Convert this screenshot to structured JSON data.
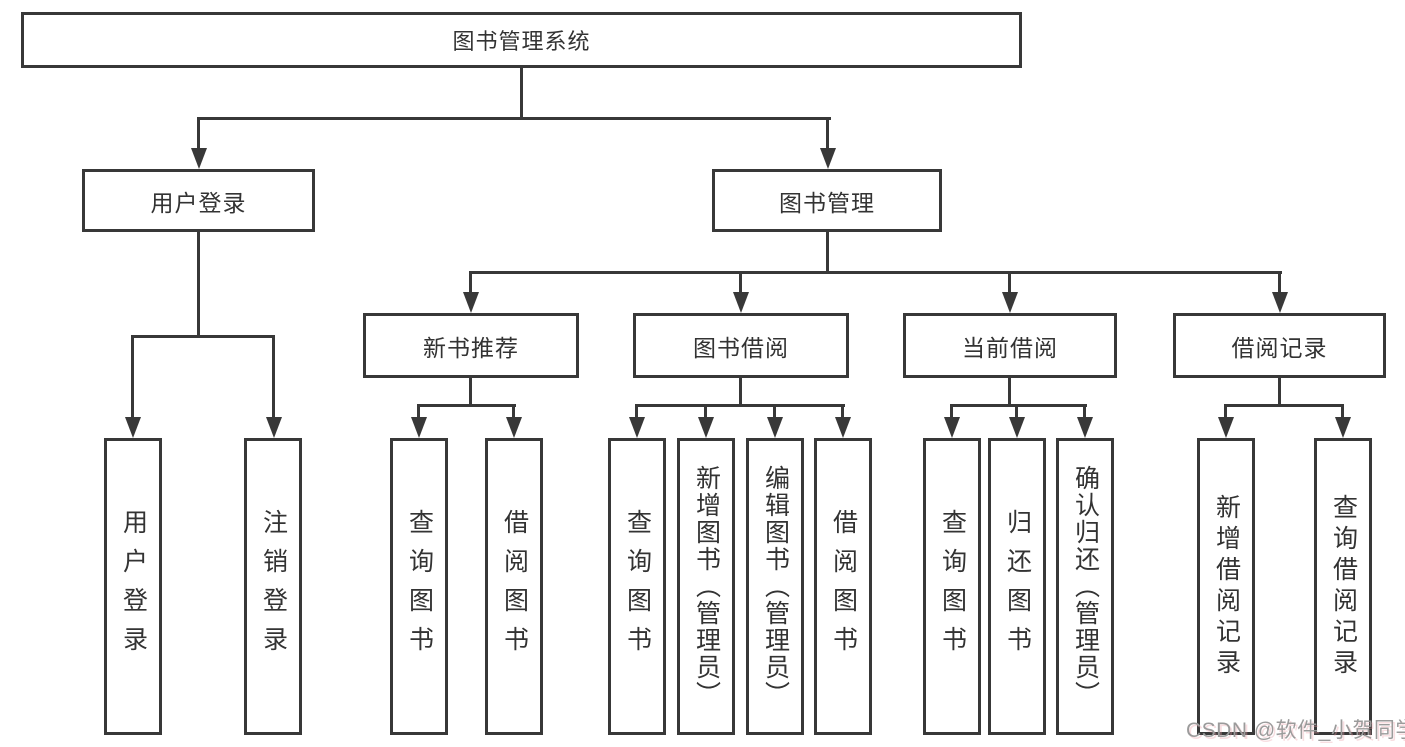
{
  "diagram": {
    "root": "图书管理系统",
    "branches": [
      {
        "label": "用户登录",
        "children": [
          "用户登录",
          "注销登录"
        ]
      },
      {
        "label": "图书管理",
        "groups": [
          {
            "label": "新书推荐",
            "children": [
              "查询图书",
              "借阅图书"
            ]
          },
          {
            "label": "图书借阅",
            "children": [
              "查询图书",
              "新增图书（管理员）",
              "编辑图书（管理员）",
              "借阅图书"
            ]
          },
          {
            "label": "当前借阅",
            "children": [
              "查询图书",
              "归还图书",
              "确认归还（管理员）"
            ]
          },
          {
            "label": "借阅记录",
            "children": [
              "新增借阅记录",
              "查询借阅记录"
            ]
          }
        ]
      }
    ]
  },
  "watermark": "CSDN @软件_小贺同学",
  "colors": {
    "line": "#383838",
    "text": "#333333",
    "background": "#ffffff",
    "watermark": "#9b9b9b"
  }
}
